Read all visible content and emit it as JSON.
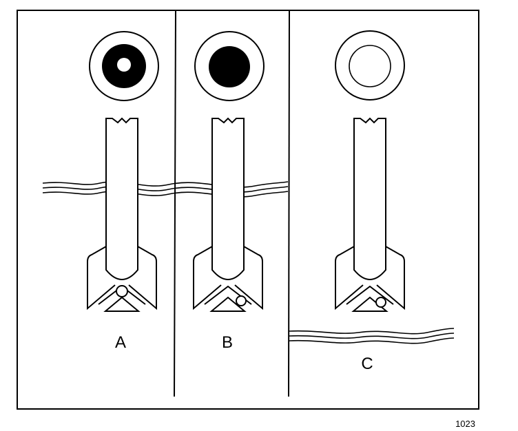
{
  "panels": [
    {
      "label": "A",
      "indicator": "ring"
    },
    {
      "label": "B",
      "indicator": "solid"
    },
    {
      "label": "C",
      "indicator": "empty"
    }
  ],
  "figure_number": "1023",
  "colors": {
    "ink": "#000000",
    "paper": "#ffffff"
  }
}
